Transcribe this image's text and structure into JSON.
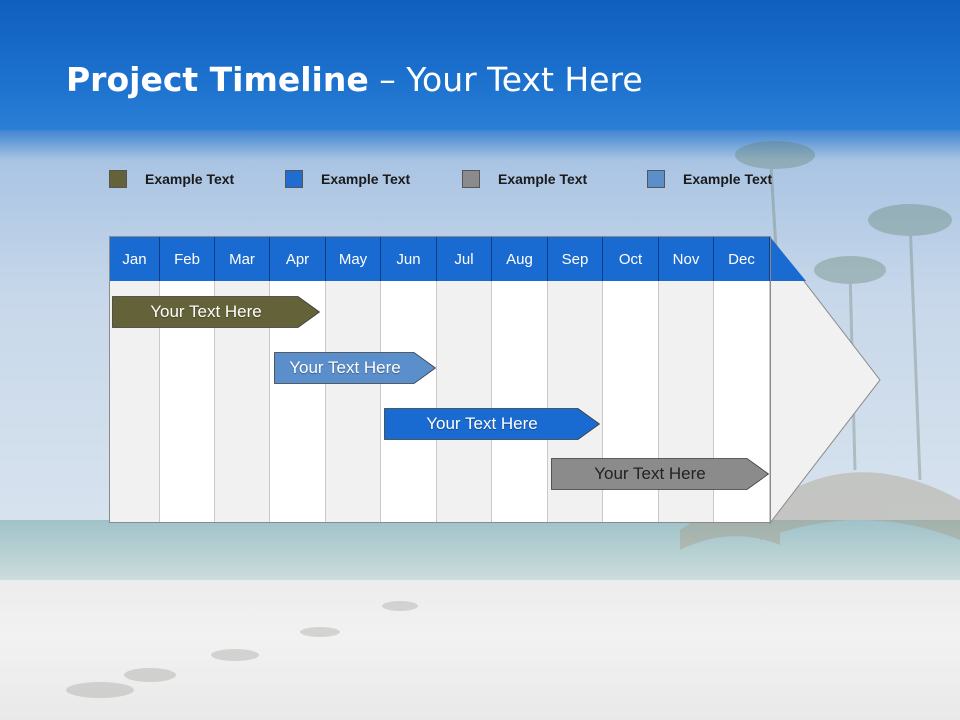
{
  "slide": {
    "title_bold": "Project Timeline",
    "title_rest": " – Your Text Here"
  },
  "legend": [
    {
      "label": "Example Text",
      "color": "#636238"
    },
    {
      "label": "Example Text",
      "color": "#1f6dd0"
    },
    {
      "label": "Example Text",
      "color": "#8b8b8b"
    },
    {
      "label": "Example Text",
      "color": "#5b8fcb"
    }
  ],
  "months": [
    "Jan",
    "Feb",
    "Mar",
    "Apr",
    "May",
    "Jun",
    "Jul",
    "Aug",
    "Sep",
    "Oct",
    "Nov",
    "Dec"
  ],
  "bars": [
    {
      "label": "Your  Text Here",
      "color": "#636238",
      "text_color": "#ffffff"
    },
    {
      "label": "Your  Text Here",
      "color": "#5b8fcb",
      "text_color": "#ffffff"
    },
    {
      "label": "Your  Text Here",
      "color": "#1a6bd1",
      "text_color": "#ffffff"
    },
    {
      "label": "Your  Text Here",
      "color": "#8b8b8b",
      "text_color": "#222222"
    }
  ],
  "colors": {
    "title_bar": "#1a6bd1",
    "header_fill": "#1a6bd1",
    "arrow_fill": "#f1f1f1"
  }
}
